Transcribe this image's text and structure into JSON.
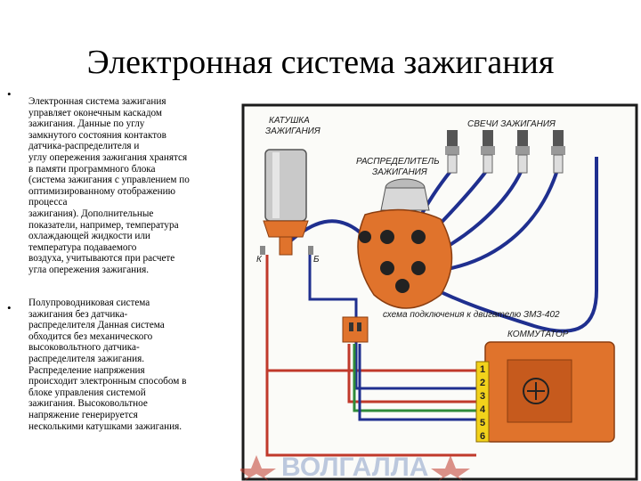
{
  "slide": {
    "title": "Электронная система зажигания",
    "bullet_char": "•",
    "paragraph_1": "Электронная система зажигания\nуправляет оконечным каскадом\nзажигания. Данные по углу\nзамкнутого состояния контактов\nдатчика-распределителя и\nуглу опережения зажигания хранятся\nв памяти программного блока\n(система зажигания с управлением по\nоптимизированному отображению\nпроцесса\nзажигания). Дополнительные\nпоказатели, например, температура\nохлаждающей жидкости или\nтемпература подаваемого\nвоздуха, учитываются при расчете\nугла опережения зажигания.",
    "paragraph_2": "Полупроводниковая система\nзажигания без датчика-\nраспределителя Данная система\nобходится без механического\nвысоковольтного датчика-\nраспределителя зажигания.\nРаспределение напряжения\nпроисходит электронным способом в\nблоке управления системой\nзажигания. Высоковольтное\nнапряжение генерируется\nнесколькими катушками зажигания."
  },
  "diagram": {
    "label_coil_line1": "КАТУШКА",
    "label_coil_line2": "ЗАЖИГАНИЯ",
    "label_plugs": "СВЕЧИ ЗАЖИГАНИЯ",
    "label_distributor_line1": "РАСПРЕДЕЛИТЕЛЬ",
    "label_distributor_line2": "ЗАЖИГАНИЯ",
    "label_terminal_k": "К",
    "label_terminal_b": "Б",
    "caption": "схема подключения к двигателю ЗМЗ-402",
    "label_commutator": "КОММУТАТОР",
    "pins": [
      "1",
      "2",
      "3",
      "4",
      "5",
      "6"
    ],
    "watermark": "ВОЛГАЛЛА",
    "colors": {
      "wire_blue": "#1f2f8f",
      "wire_red": "#c0392b",
      "wire_green": "#2e8b3a",
      "orange": "#e0732c",
      "pin_yellow": "#f2d21b",
      "frame": "#1b1b1b"
    }
  }
}
